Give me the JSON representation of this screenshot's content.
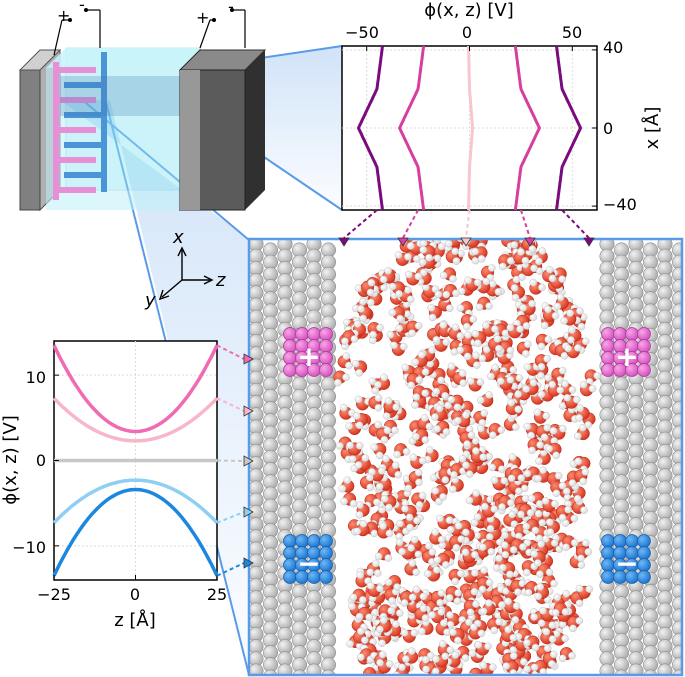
{
  "device": {
    "left_electrode_signs": [
      "+",
      "-"
    ],
    "right_electrode_signs": [
      "+",
      "-"
    ]
  },
  "axes_triad": {
    "x": "x",
    "y": "y",
    "z": "z"
  },
  "top_plot": {
    "xlabel": "ϕ(x, z) [V]",
    "ylabel": "x [Å]",
    "xticks": [
      "−50",
      "0",
      "50"
    ],
    "yticks": [
      "40",
      "0",
      "−40"
    ],
    "xlim": [
      -62,
      62
    ],
    "ylim": [
      -42,
      42
    ],
    "series": [
      {
        "color": "#7b0a7e",
        "center": -45,
        "amp": 9
      },
      {
        "color": "#d63f9e",
        "center": -25,
        "amp": 9
      },
      {
        "color": "#f9c6cf",
        "center": 0,
        "amp": 1.5
      },
      {
        "color": "#d63f9e",
        "center": 25,
        "amp": 9
      },
      {
        "color": "#7b0a7e",
        "center": 45,
        "amp": 9
      }
    ]
  },
  "bottom_plot": {
    "xlabel": "z [Å]",
    "ylabel": "ϕ(x, z) [V]",
    "xticks": [
      "−25",
      "0",
      "25"
    ],
    "yticks": [
      "10",
      "0",
      "−10"
    ],
    "xlim": [
      -25,
      25
    ],
    "ylim": [
      -14,
      14
    ],
    "series": [
      {
        "color": "#f06ab4",
        "center": 3.4,
        "edge": 13.5
      },
      {
        "color": "#f8b6c9",
        "center": 2.3,
        "edge": 7.3
      },
      {
        "color": "#c8c8c8",
        "center": 0.0,
        "edge": 0.0
      },
      {
        "color": "#8fcff3",
        "center": -2.3,
        "edge": -7.3
      },
      {
        "color": "#1b87de",
        "center": -3.4,
        "edge": -13.5
      }
    ]
  },
  "electrode_labels": {
    "plus": "+",
    "minus": "−"
  },
  "colors": {
    "frame": "#5a9be8",
    "graphite": "#c4c4c4",
    "water_o": "#e2442e",
    "water_h": "#ffffff",
    "pos_ion": "#e96bd0",
    "neg_ion": "#2c88e0"
  }
}
